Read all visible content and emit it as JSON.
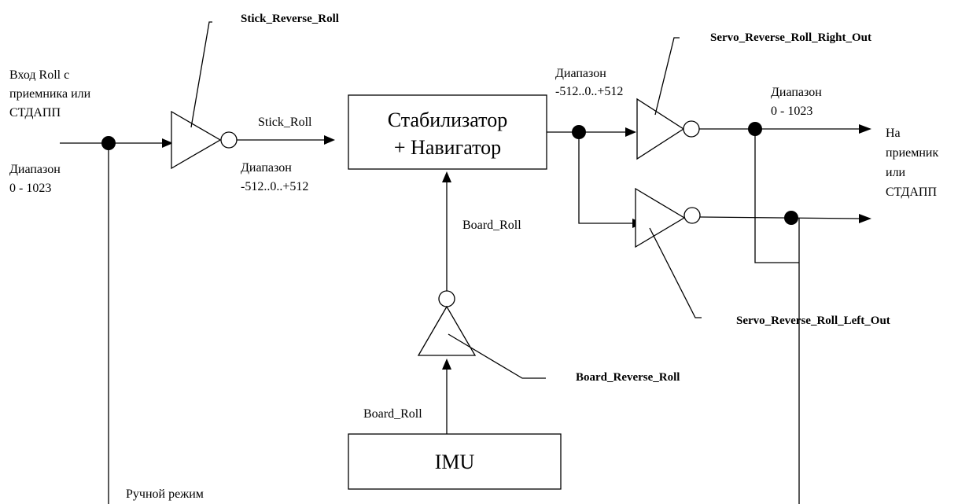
{
  "labels": {
    "input_line1": "Вход Roll с",
    "input_line2": "приемника или",
    "input_line3": "СТДАПП",
    "range_in_line1": "Диапазон",
    "range_in_line2": "0 - 1023",
    "stick_reverse_roll": "Stick_Reverse_Roll",
    "stick_roll": "Stick_Roll",
    "range_mid_line1": "Диапазон",
    "range_mid_line2": "-512..0..+512",
    "stabilizer_line1": "Стабилизатор",
    "stabilizer_line2": "+ Навигатор",
    "range_out1_line1": "Диапазон",
    "range_out1_line2": "-512..0..+512",
    "servo_right": "Servo_Reverse_Roll_Right_Out",
    "range_out2_line1": "Диапазон",
    "range_out2_line2": "0 - 1023",
    "output_line1": "На",
    "output_line2": "приемник",
    "output_line3": "или",
    "output_line4": "СТДАПП",
    "board_roll_upper": "Board_Roll",
    "servo_left": "Servo_Reverse_Roll_Left_Out",
    "board_reverse_roll": "Board_Reverse_Roll",
    "board_roll_lower": "Board_Roll",
    "imu": "IMU",
    "manual_mode": "Ручной режим"
  }
}
